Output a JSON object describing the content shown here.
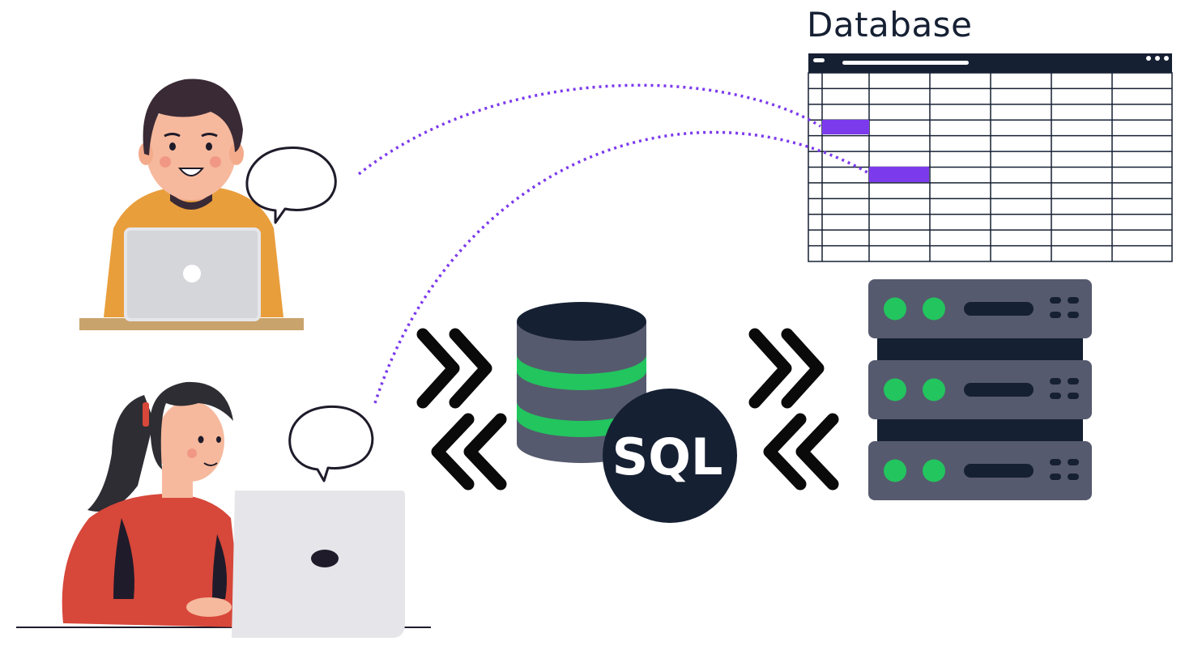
{
  "database_panel": {
    "title": "Database",
    "columns": 7,
    "rows": 12,
    "highlight_color": "#7c3aed"
  },
  "database_icon": {
    "label": "SQL",
    "body_color": "#565a6e",
    "top_color": "#162033",
    "stripe_color": "#22c55e"
  },
  "servers": {
    "count": 3,
    "body_color": "#565a6e",
    "led_color": "#22c55e",
    "slot_color": "#162033"
  },
  "connector_color": "#7c3aed",
  "arrow_icons": [
    "double-chevron-right-icon",
    "double-chevron-left-icon"
  ]
}
